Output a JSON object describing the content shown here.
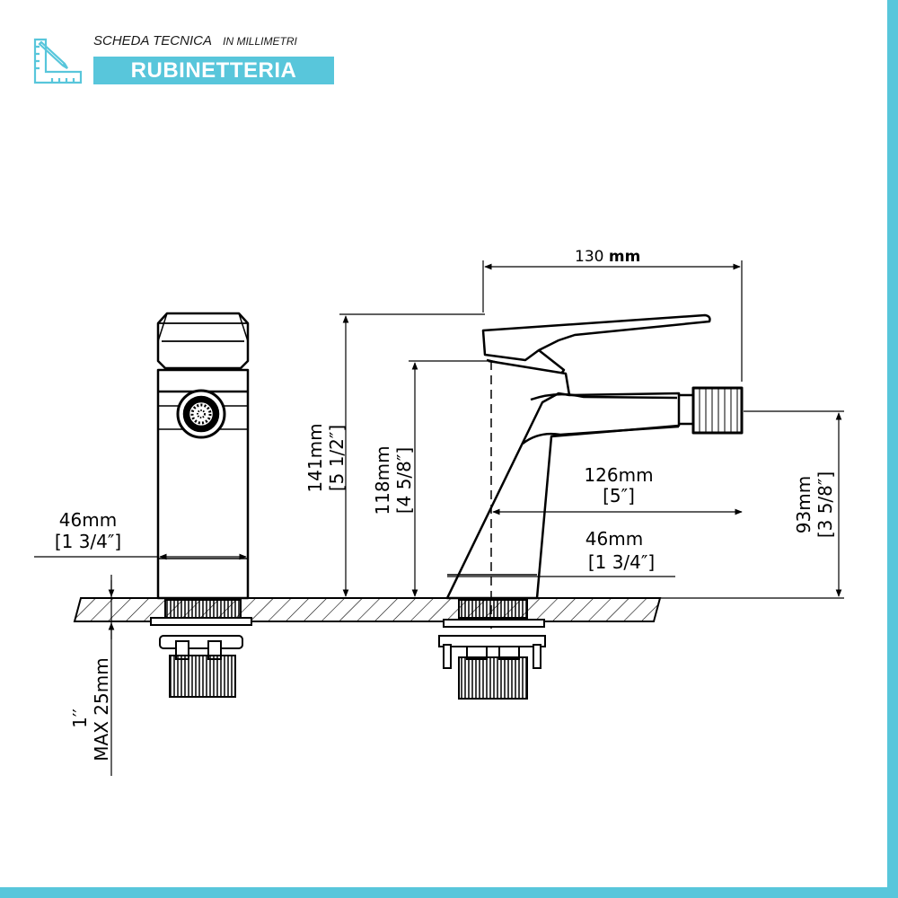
{
  "header": {
    "title": "SCHEDA TECNICA",
    "subtitle": "IN MILLIMETRI",
    "category": "RUBINETTERIA",
    "icon": "ruler-pencil-icon",
    "accent_color": "#58c6db"
  },
  "dimensions": {
    "width_total": {
      "value": "130",
      "unit": "mm"
    },
    "height_total": {
      "mm": "141mm",
      "inch": "[5 1/2″]"
    },
    "spout_height": {
      "mm": "118mm",
      "inch": "[4 5/8″]"
    },
    "spout_reach": {
      "mm": "126mm",
      "inch": "[5″]"
    },
    "outlet_height": {
      "mm": "93mm",
      "inch": "[3 5/8″]"
    },
    "base_width_front": {
      "mm": "46mm",
      "inch": "[1 3/4″]"
    },
    "base_width_side": {
      "mm": "46mm",
      "inch": "[1 3/4″]"
    },
    "thread": {
      "size": "1′′",
      "max": "MAX 25mm"
    }
  }
}
